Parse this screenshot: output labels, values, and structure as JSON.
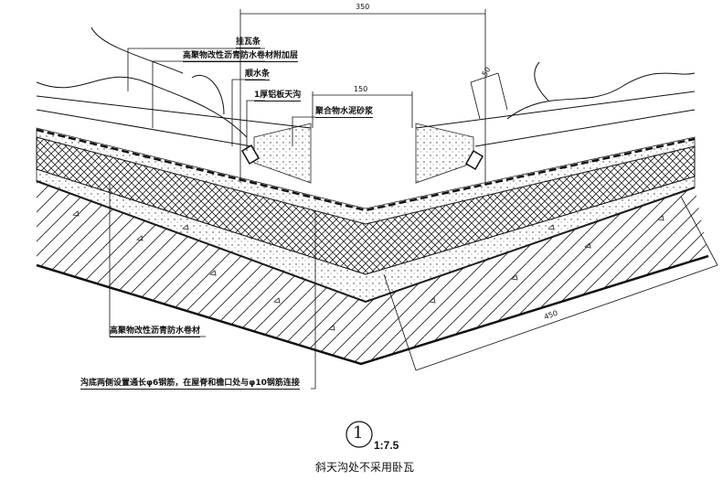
{
  "labels": {
    "tile_batten": "挂瓦条",
    "membrane_extra": "高聚物改性沥青防水卷材附加层",
    "counter_batten": "顺水条",
    "aluminum_gutter": "1厚铝板天沟",
    "polymer_mortar": "聚合物水泥砂浆",
    "membrane": "高聚物改性沥青防水卷材",
    "rebar_note": "沟底两侧设置通长φ6钢筋，在屋脊和檐口处与φ10钢筋连接"
  },
  "dimensions": {
    "d350": "350",
    "d150": "150",
    "d50": "50",
    "d450": "450"
  },
  "detail": {
    "number": "1",
    "scale": "1:7.5",
    "title": "斜天沟处不采用卧瓦"
  }
}
